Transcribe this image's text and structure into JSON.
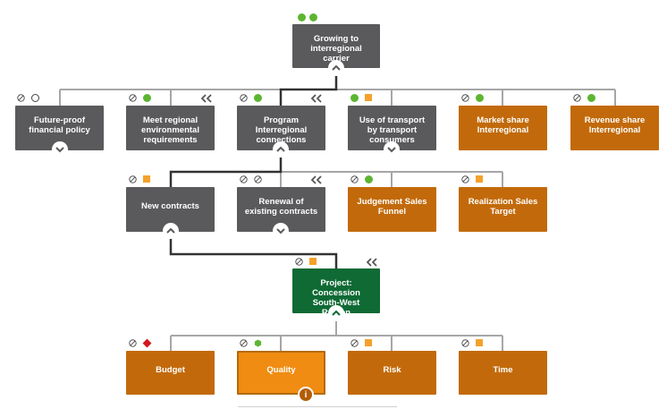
{
  "nodes": {
    "root": {
      "title": "Growing to interregional carrier"
    },
    "future_proof": {
      "title": "Future-proof financial policy"
    },
    "meet_regional": {
      "title": "Meet regional environmental requirements"
    },
    "program_interregional": {
      "title": "Program Interregional connections"
    },
    "use_of_transport": {
      "title": "Use of transport by transport consumers"
    },
    "market_share": {
      "title": "Market share Interregional"
    },
    "revenue_share": {
      "title": "Revenue share Interregional"
    },
    "new_contracts": {
      "title": "New contracts"
    },
    "renewal_contracts": {
      "title": "Renewal of existing contracts"
    },
    "judgement_sales": {
      "title": "Judgement Sales Funnel"
    },
    "realization_sales": {
      "title": "Realization Sales Target"
    },
    "project_concession": {
      "title": "Project: Concession South-West Region"
    },
    "budget": {
      "title": "Budget"
    },
    "quality": {
      "title": "Quality"
    },
    "risk": {
      "title": "Risk"
    },
    "time": {
      "title": "Time"
    }
  },
  "info_glyph": "i",
  "colors": {
    "grey_node": "#5a5a5d",
    "orange_node": "#c26a0b",
    "green_node": "#0f6a34",
    "selected_node": "#ef8c11",
    "status_green": "#5cb531",
    "status_orange": "#f4a12b",
    "status_red": "#d3181f",
    "connector": "#a6a6a6",
    "path_connector": "#333333"
  }
}
